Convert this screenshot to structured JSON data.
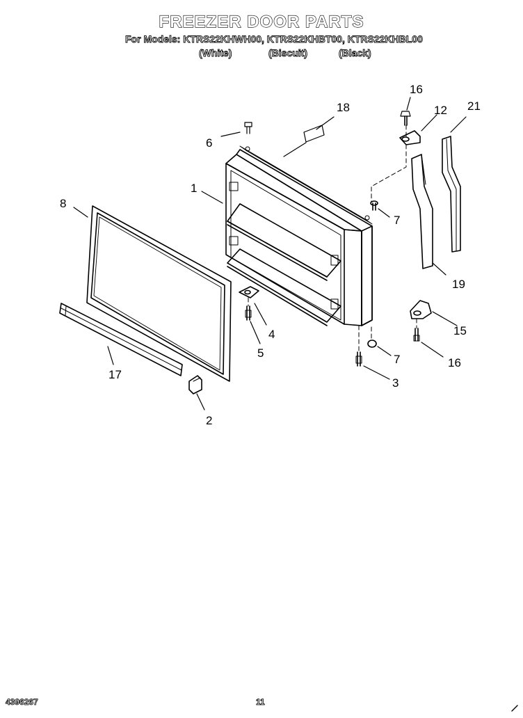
{
  "title": "FREEZER DOOR PARTS",
  "models_line": "For Models: KTRS22KHWH00, KTRS22KHBT00, KTRS22KHBL00",
  "variants": [
    "(White)",
    "(Biscuit)",
    "(Black)"
  ],
  "callouts": {
    "c1": "1",
    "c2": "2",
    "c3": "3",
    "c4": "4",
    "c5": "5",
    "c6": "6",
    "c7a": "7",
    "c7b": "7",
    "c8": "8",
    "c12": "12",
    "c15": "15",
    "c16a": "16",
    "c16b": "16",
    "c17": "17",
    "c18": "18",
    "c19": "19",
    "c21": "21"
  },
  "footer": {
    "doc_number": "4396267",
    "page_number": "11"
  }
}
